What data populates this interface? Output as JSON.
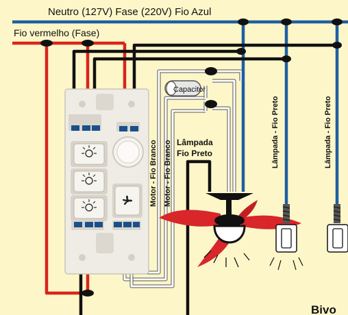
{
  "labels": {
    "neutral_line": "Neutro (127V) Fase (220V) Fio Azul",
    "red_line": "Fio vermelho (Fase)",
    "capacitor": "Capacitor",
    "ceiling_lamp_line1": "Lâmpada",
    "ceiling_lamp_line2": "Fio Preto",
    "motor_white_1": "Motor - Fio Branco",
    "motor_white_2": "Motor - Fio Branco",
    "lamp_black_1": "Lâmpada - Fio Preto",
    "lamp_black_2": "Lâmpada - Fio Preto",
    "corner_text": "Bivo"
  },
  "colors": {
    "background": "#fdf6c8",
    "neutral_wire": "#1f5fa0",
    "phase_wire": "#d9241c",
    "black_wire": "#111111",
    "white_wire": "#ffffff",
    "fan_blade": "#d8262a",
    "switch_plate": "#efece6"
  },
  "icons": {
    "lamp_switch": "lamp-icon",
    "fan_switch": "fan-icon"
  }
}
